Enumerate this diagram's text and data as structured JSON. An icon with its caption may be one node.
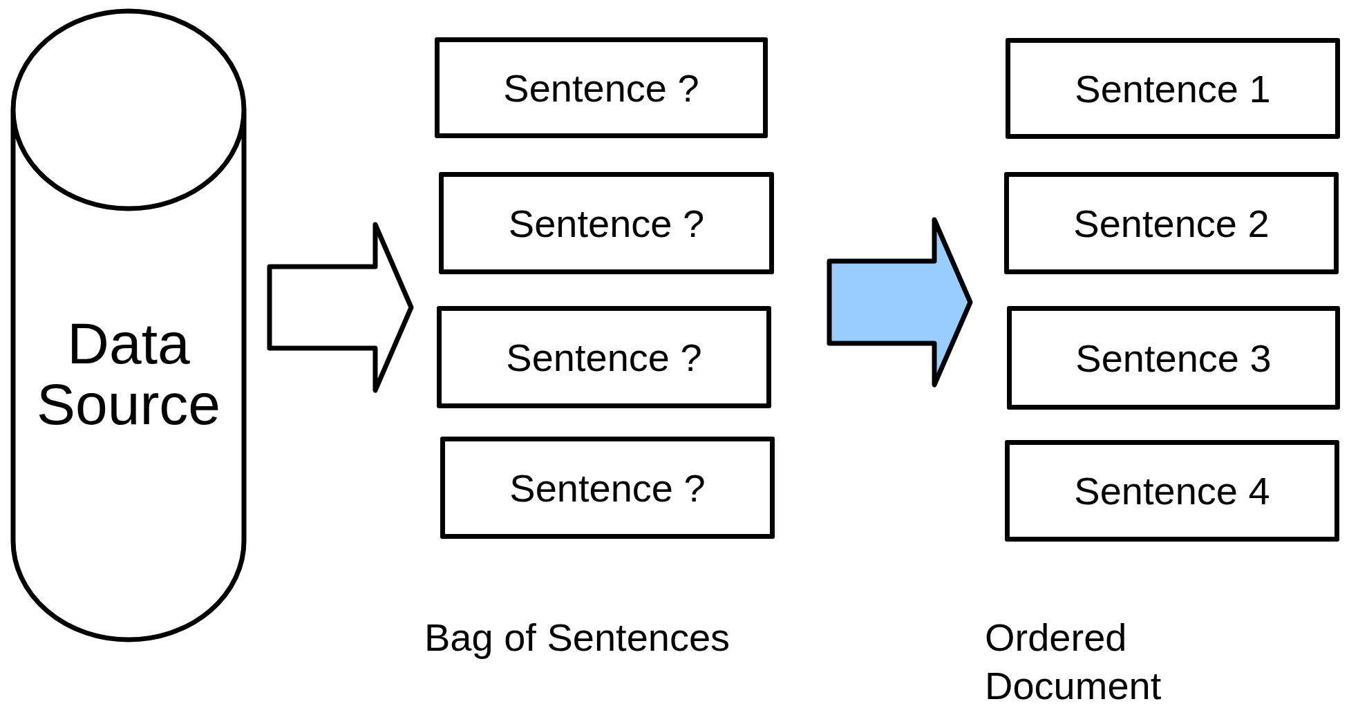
{
  "diagram": {
    "nodes": [
      {
        "text": [
          "Data Source"
        ]
      },
      {
        "text": [
          "Sentence ?"
        ]
      },
      {
        "text": [
          "Sentence ?"
        ]
      },
      {
        "text": [
          "Sentence ?"
        ]
      },
      {
        "text": [
          "Sentence ?"
        ]
      },
      {
        "text": [
          "Sentence 1"
        ]
      },
      {
        "text": [
          "Sentence 2"
        ]
      },
      {
        "text": [
          "Sentence 3"
        ]
      },
      {
        "text": [
          "Sentence 4"
        ]
      }
    ],
    "edges": [
      {
        "from": 0,
        "to": null,
        "arrow": "to",
        "style": "thick"
      },
      {
        "from": 3,
        "to": 7,
        "arrow": "to",
        "style": "thick",
        "color": "#99ccff"
      }
    ],
    "labels": [
      "Bag of Sentences",
      "Ordered Document"
    ]
  }
}
